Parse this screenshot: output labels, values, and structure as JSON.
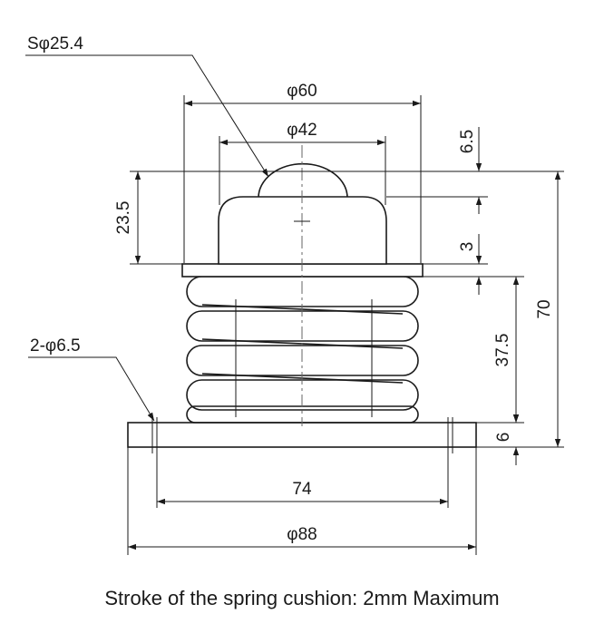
{
  "labels": {
    "sphere_dia": "Sφ25.4",
    "flange_dia": "φ60",
    "housing_dia": "φ42",
    "top_offset": "6.5",
    "housing_height": "23.5",
    "flange_thickness": "3",
    "overall_height": "70",
    "spring_height": "37.5",
    "base_thickness": "6",
    "hole_spec": "2-φ6.5",
    "hole_pitch": "74",
    "base_dia": "φ88"
  },
  "caption": "Stroke of the spring cushion: 2mm Maximum",
  "colors": {
    "line": "#1a1a1a",
    "background": "#ffffff"
  }
}
